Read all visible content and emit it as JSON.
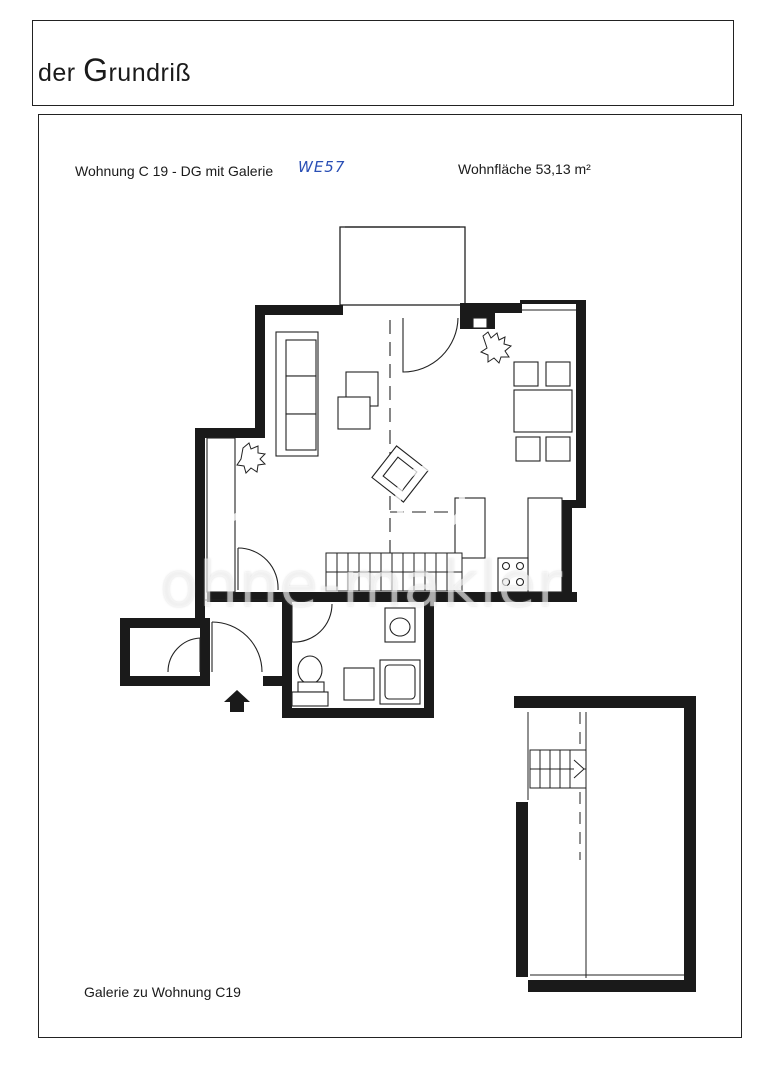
{
  "header": {
    "title_prefix": "der ",
    "title_cap": "G",
    "title_rest": "rundriß"
  },
  "plan_main": {
    "apartment_label": "Wohnung C 19 - DG mit Galerie",
    "handwritten_note": "WE57",
    "area_label": "Wohnfläche 53,13 m²"
  },
  "plan_gallery": {
    "label": "Galerie zu Wohnung C19"
  },
  "watermark": {
    "text": "ohne-makler"
  }
}
